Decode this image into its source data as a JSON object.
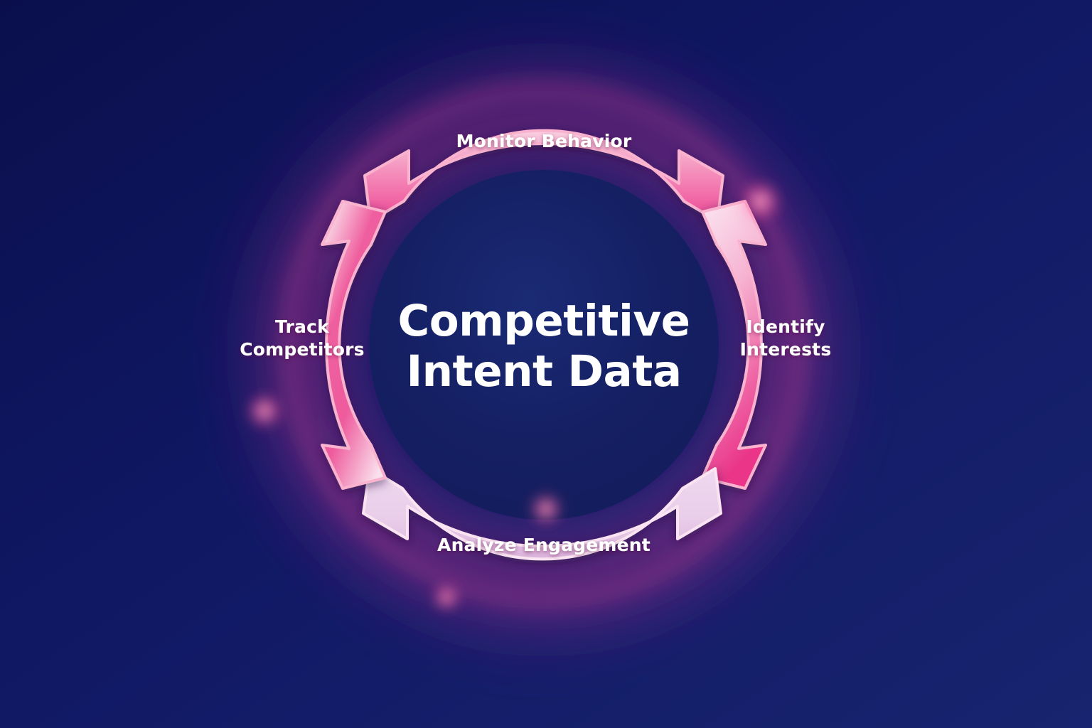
{
  "diagram": {
    "type": "cycle-diagram",
    "center": {
      "line1": "Competitive",
      "line2": "Intent Data"
    },
    "segments": [
      {
        "id": "monitor-behavior",
        "position": "top",
        "label": "Monitor Behavior",
        "label_lines": [
          "Monitor Behavior"
        ],
        "fill_start": "#f7c3d9",
        "fill_end": "#ef4e96"
      },
      {
        "id": "identify-interests",
        "position": "right",
        "label": "Identify Interests",
        "label_lines": [
          "Identify",
          "Interests"
        ],
        "fill_start": "#f9dcea",
        "fill_end": "#ec3d8d"
      },
      {
        "id": "analyze-engagement",
        "position": "bottom",
        "label": "Analyze Engagement",
        "label_lines": [
          "Analyze Engagement"
        ],
        "fill_start": "#efdcee",
        "fill_end": "#e3bfdf"
      },
      {
        "id": "track-competitors",
        "position": "left",
        "label": "Track Competitors",
        "label_lines": [
          "Track",
          "Competitors"
        ],
        "fill_start": "#f9d9e6",
        "fill_end": "#ec5596"
      }
    ],
    "colors": {
      "background_dark": "#0b1150",
      "background_mid": "#141d6b",
      "inner_disc": "#152063",
      "glow_magenta": "#d6338f",
      "glow_purple": "#6b2a96",
      "segment_outline": "#f79cc2",
      "text_white": "#ffffff"
    }
  }
}
